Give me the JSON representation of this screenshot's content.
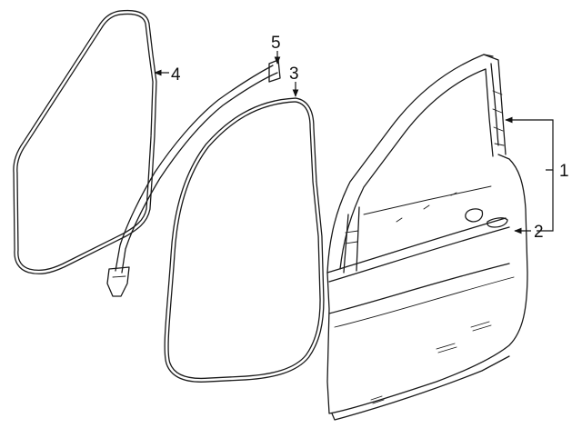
{
  "diagram": {
    "callouts": [
      {
        "id": "c1",
        "label": "1"
      },
      {
        "id": "c2",
        "label": "2"
      },
      {
        "id": "c3",
        "label": "3"
      },
      {
        "id": "c4",
        "label": "4"
      },
      {
        "id": "c5",
        "label": "5"
      }
    ],
    "colors": {
      "line": "#1a1a1a",
      "background": "#ffffff"
    }
  }
}
